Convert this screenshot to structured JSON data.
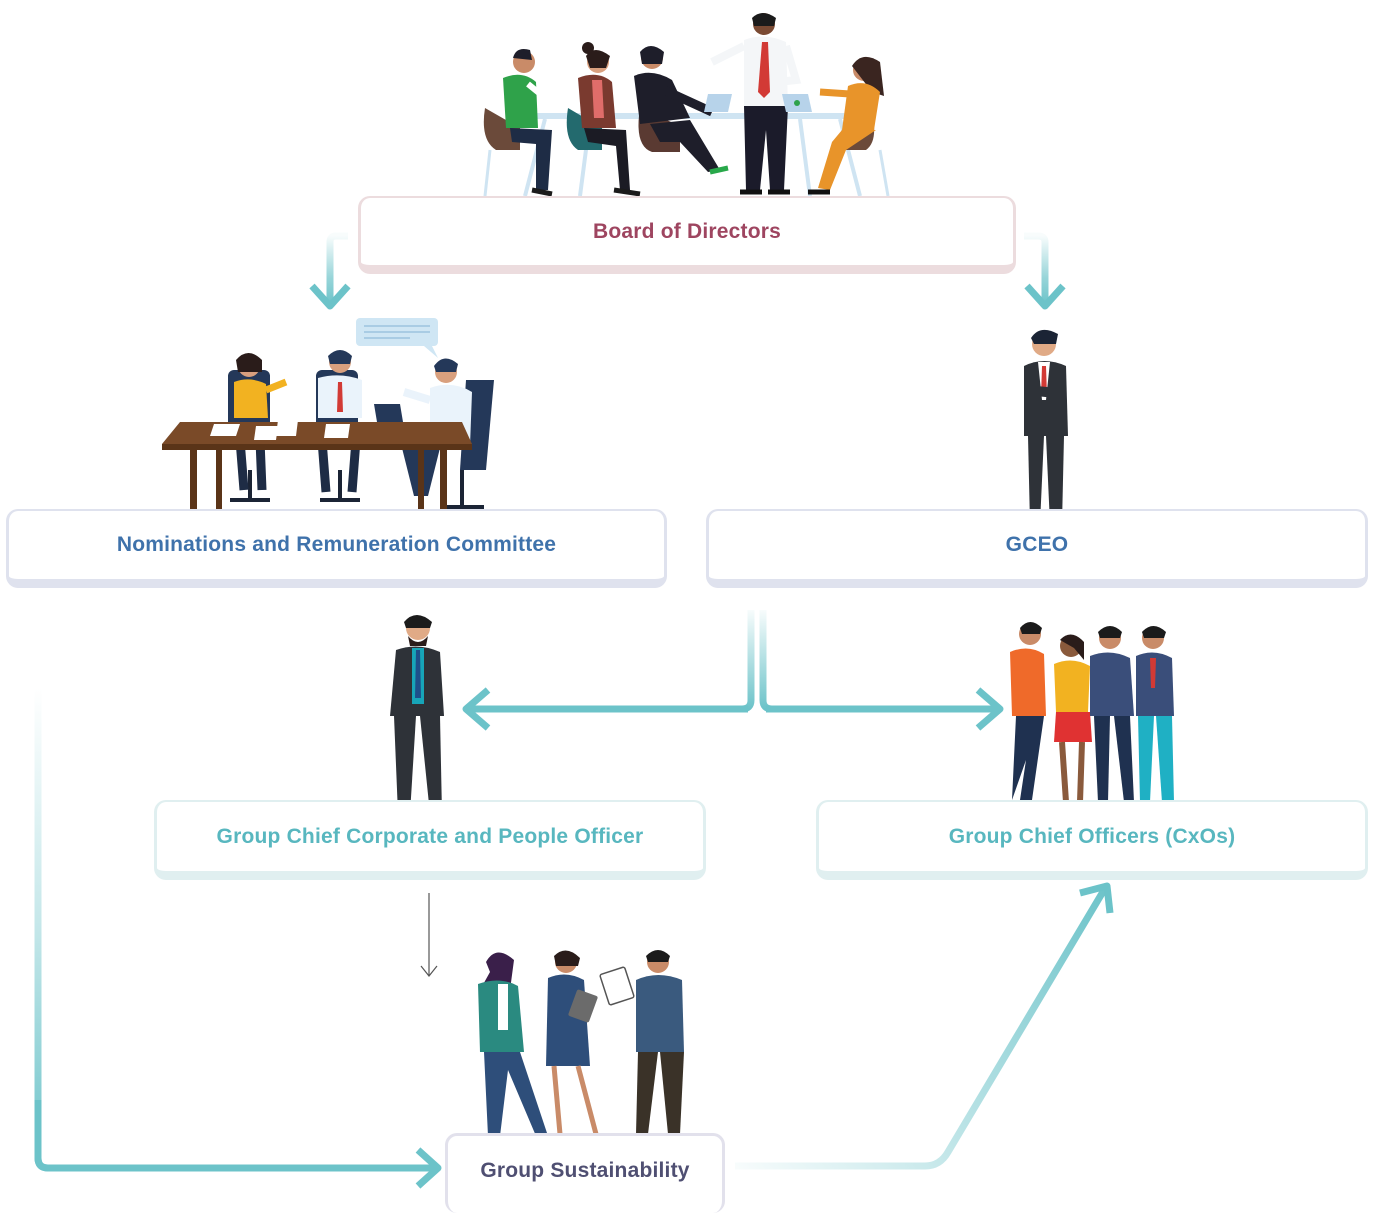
{
  "diagram": {
    "nodes": {
      "board": {
        "label": "Board of Directors",
        "illustration": "board-meeting-illustration"
      },
      "nrc": {
        "label": "Nominations and Remuneration Committee",
        "illustration": "committee-meeting-illustration"
      },
      "gceo": {
        "label": "GCEO",
        "illustration": "ceo-standing-illustration"
      },
      "gccpo": {
        "label": "Group Chief Corporate and People Officer",
        "illustration": "officer-standing-illustration"
      },
      "cxo": {
        "label": "Group Chief Officers (CxOs)",
        "illustration": "chief-officers-group-illustration"
      },
      "gs": {
        "label": "Group Sustainability",
        "illustration": "sustainability-team-illustration"
      }
    },
    "edges": [
      {
        "from": "board",
        "to": "nrc"
      },
      {
        "from": "board",
        "to": "gceo"
      },
      {
        "from": "gceo",
        "to": "gccpo"
      },
      {
        "from": "gceo",
        "to": "cxo"
      },
      {
        "from": "gccpo",
        "to": "gs"
      },
      {
        "from": "nrc",
        "to": "gs"
      },
      {
        "from": "gs",
        "to": "cxo"
      }
    ],
    "colors": {
      "board_text": "#9e4560",
      "blue_text": "#3f72ab",
      "teal_text": "#58b7bf",
      "gs_text": "#4f4f72",
      "arrow_teal": "#6cc3c9"
    }
  }
}
